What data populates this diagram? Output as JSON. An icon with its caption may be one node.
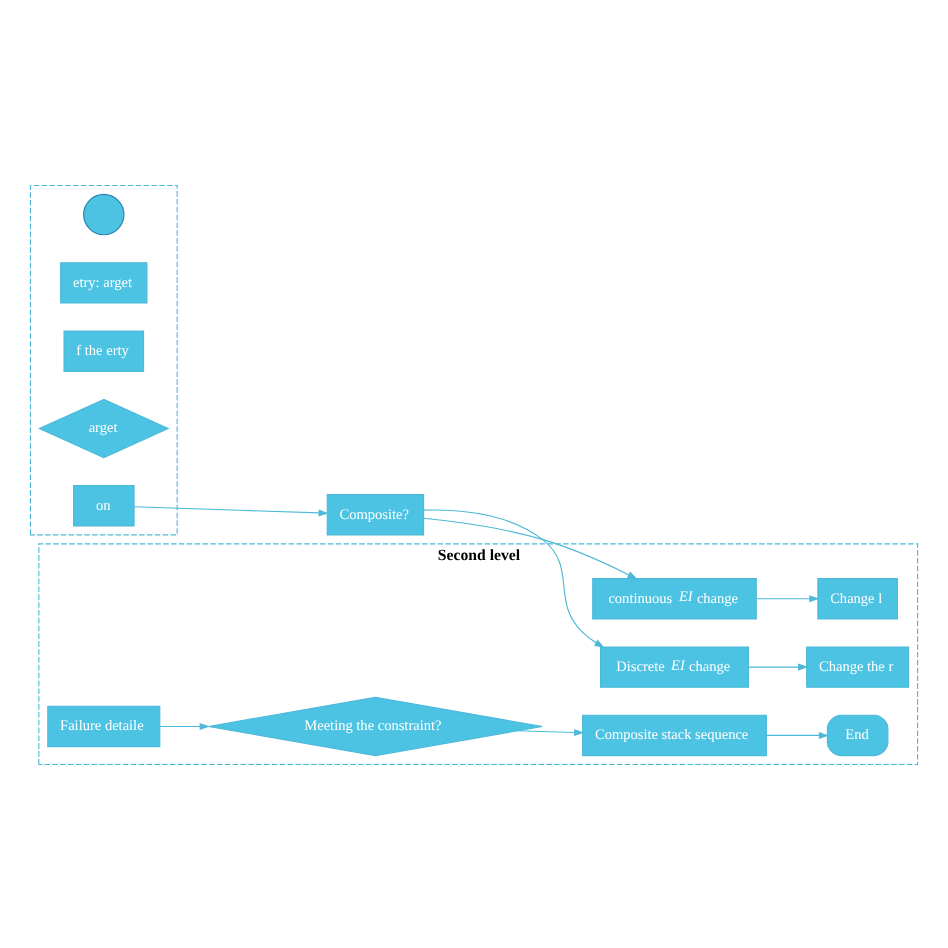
{
  "diagram": {
    "nodes": [
      {
        "text": [],
        "shape": "box"
      },
      {
        "text": [],
        "shape": "circle",
        "in": 0
      },
      {
        "text": [
          "etry: arget"
        ],
        "in": 0
      },
      {
        "text": [
          "f the erty"
        ],
        "in": 0
      },
      {
        "text": [
          "arget"
        ],
        "in": 0
      },
      {
        "text": [
          "on"
        ],
        "in": 0
      },
      {
        "text": [
          "Composite?"
        ]
      },
      {
        "text": [
          "Second level"
        ]
      },
      {
        "text": [
          "End"
        ],
        "in": 7
      },
      {
        "text": [
          "Composite stack sequence"
        ],
        "in": 7
      },
      {
        "text": [
          "Meeting the constraint?"
        ],
        "in": 7
      },
      {
        "text": [
          "Failure detaile"
        ],
        "in": 7
      },
      {
        "text": [
          "Discrete *EI* change"
        ],
        "in": 7
      },
      {
        "text": [
          "Change the r"
        ],
        "in": 7
      },
      {
        "text": [
          "continuous *EI* change"
        ],
        "in": 7
      },
      {
        "text": [
          "Change l"
        ],
        "in": 7
      }
    ],
    "edges": [
      {
        "from": 5,
        "to": 6,
        "arrow": "to"
      },
      {
        "from": 6,
        "to": 12,
        "arrow": "to"
      },
      {
        "from": 6,
        "to": 14,
        "arrow": "to"
      },
      {
        "from": 12,
        "to": 13,
        "arrow": "to"
      },
      {
        "from": 14,
        "to": 15,
        "arrow": "to"
      },
      {
        "from": 11,
        "to": 10,
        "arrow": "to"
      },
      {
        "from": 10,
        "to": 9,
        "arrow": "to"
      },
      {
        "from": 9,
        "to": 8,
        "arrow": "to"
      }
    ]
  }
}
